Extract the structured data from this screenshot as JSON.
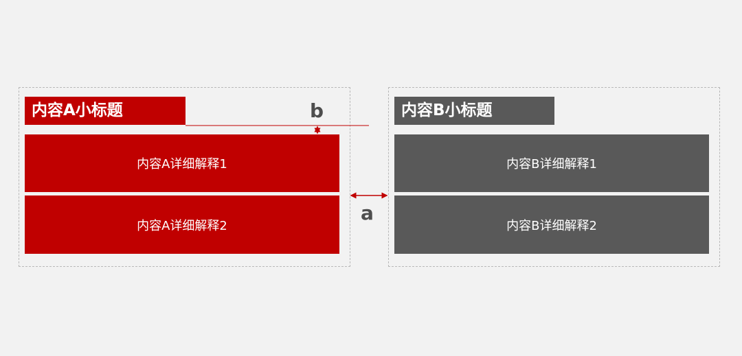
{
  "group_a": {
    "title": "内容A小标题",
    "items": [
      "内容A详细解释1",
      "内容A详细解释2"
    ]
  },
  "group_b": {
    "title": "内容B小标题",
    "items": [
      "内容B详细解释1",
      "内容B详细解释2"
    ]
  },
  "annotations": {
    "gap_between_columns": "a",
    "gap_title_to_content": "b"
  },
  "colors": {
    "accent_red": "#c00000",
    "neutral_gray": "#595959",
    "dimension_line": "#c00000",
    "background": "#f2f2f2"
  }
}
